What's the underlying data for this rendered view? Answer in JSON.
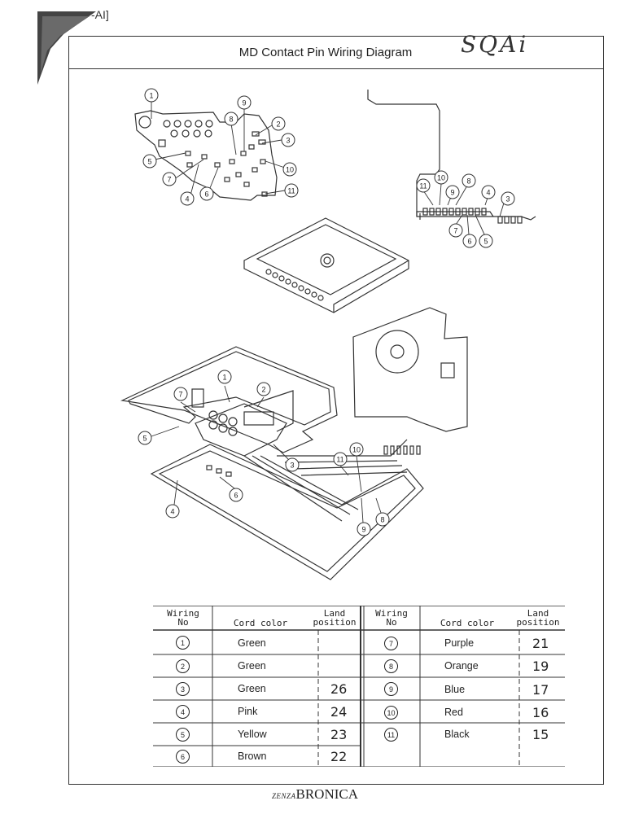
{
  "page": {
    "corner_tag": "-AI]",
    "title": "MD Contact Pin Wiring Diagram",
    "handwritten_note": "SQAi",
    "footer_brand_small": "ZENZA",
    "footer_brand": "BRONICA"
  },
  "diagram": {
    "labels": [
      "1",
      "2",
      "3",
      "4",
      "5",
      "6",
      "7",
      "8",
      "9",
      "10",
      "11"
    ]
  },
  "table": {
    "header_wiring": [
      "Wiring",
      "No"
    ],
    "header_cord_color": "Cord color",
    "header_land": [
      "Land",
      "position"
    ],
    "left_rows": [
      {
        "no": "1",
        "color": "Green",
        "land": ""
      },
      {
        "no": "2",
        "color": "Green",
        "land": ""
      },
      {
        "no": "3",
        "color": "Green",
        "land": "26"
      },
      {
        "no": "4",
        "color": "Pink",
        "land": "24"
      },
      {
        "no": "5",
        "color": "Yellow",
        "land": "23"
      },
      {
        "no": "6",
        "color": "Brown",
        "land": "22"
      }
    ],
    "right_rows": [
      {
        "no": "7",
        "color": "Purple",
        "land": "21"
      },
      {
        "no": "8",
        "color": "Orange",
        "land": "19"
      },
      {
        "no": "9",
        "color": "Blue",
        "land": "17"
      },
      {
        "no": "10",
        "color": "Red",
        "land": "16"
      },
      {
        "no": "11",
        "color": "Black",
        "land": "15"
      }
    ]
  }
}
